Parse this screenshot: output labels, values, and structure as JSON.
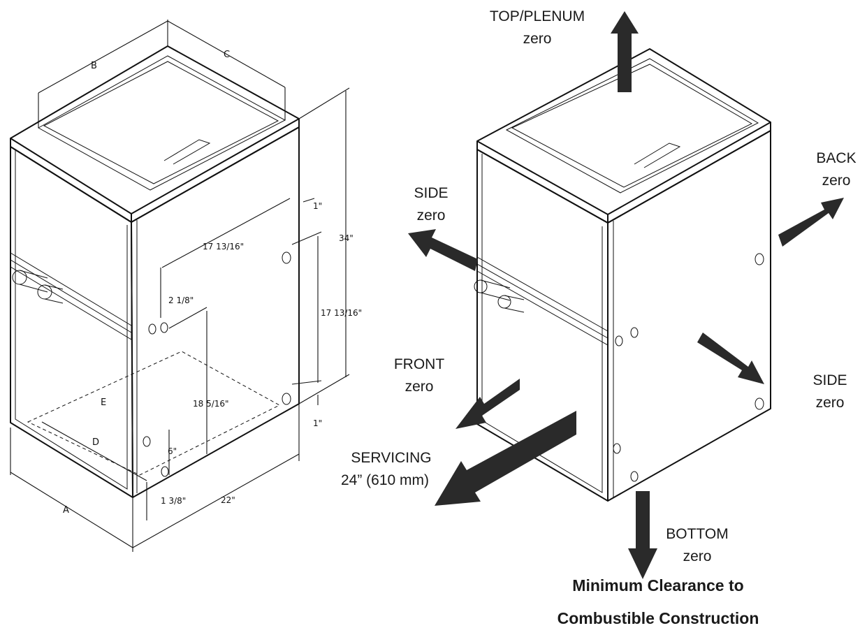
{
  "dimensions": {
    "letters": {
      "a": "A",
      "b": "B",
      "c": "C",
      "d": "D",
      "e": "E"
    },
    "height_34": "34\"",
    "top_1": "1\"",
    "bottom_1": "1\"",
    "d_17_13_16_a": "17 13/16\"",
    "d_17_13_16_b": "17 13/16\"",
    "d_2_1_8": "2 1/8\"",
    "d_18_5_16": "18 5/16\"",
    "d_6": "6\"",
    "d_1_3_8": "1 3/8\"",
    "d_22": "22\""
  },
  "clearances": {
    "top": {
      "label": "TOP/PLENUM",
      "value": "zero"
    },
    "back": {
      "label": "BACK",
      "value": "zero"
    },
    "side_left": {
      "label": "SIDE",
      "value": "zero"
    },
    "side_right": {
      "label": "SIDE",
      "value": "zero"
    },
    "front": {
      "label": "FRONT",
      "value": "zero"
    },
    "servicing": {
      "label": "SERVICING",
      "value": "24” (610 mm)"
    },
    "bottom": {
      "label": "BOTTOM",
      "value": "zero"
    }
  },
  "caption": {
    "line1": "Minimum Clearance to",
    "line2": "Combustible Construction"
  },
  "colors": {
    "line": "#111111",
    "arrow": "#2a2a2a",
    "background": "#ffffff"
  }
}
